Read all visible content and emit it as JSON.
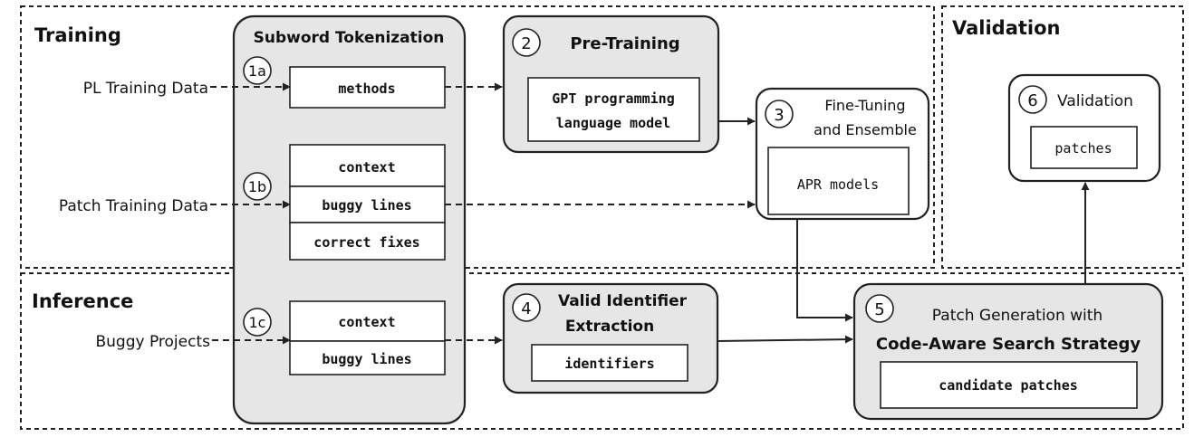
{
  "sections": {
    "training": "Training",
    "validation": "Validation",
    "inference": "Inference"
  },
  "inputs": {
    "pl_training_data": "PL Training Data",
    "patch_training_data": "Patch Training Data",
    "buggy_projects": "Buggy Projects"
  },
  "subword": {
    "title": "Subword Tokenization",
    "step_1a": "1a",
    "step_1b": "1b",
    "step_1c": "1c",
    "methods": "methods",
    "context": "context",
    "buggy_lines": "buggy lines",
    "correct_fixes": "correct fixes",
    "context_inf": "context",
    "buggy_lines_inf": "buggy lines"
  },
  "pretraining": {
    "num": "2",
    "title": "Pre-Training",
    "model_line1": "GPT programming",
    "model_line2": "language model"
  },
  "finetuning": {
    "num": "3",
    "title_line1": "Fine-Tuning",
    "title_line2": "and Ensemble",
    "models": "APR models"
  },
  "validation_step": {
    "num": "6",
    "title": "Validation",
    "patches": "patches"
  },
  "identifier": {
    "num": "4",
    "title_line1": "Valid Identifier",
    "title_line2": "Extraction",
    "identifiers": "identifiers"
  },
  "generation": {
    "num": "5",
    "title_line1": "Patch Generation with",
    "title_line2": "Code-Aware Search Strategy",
    "candidates": "candidate patches"
  }
}
